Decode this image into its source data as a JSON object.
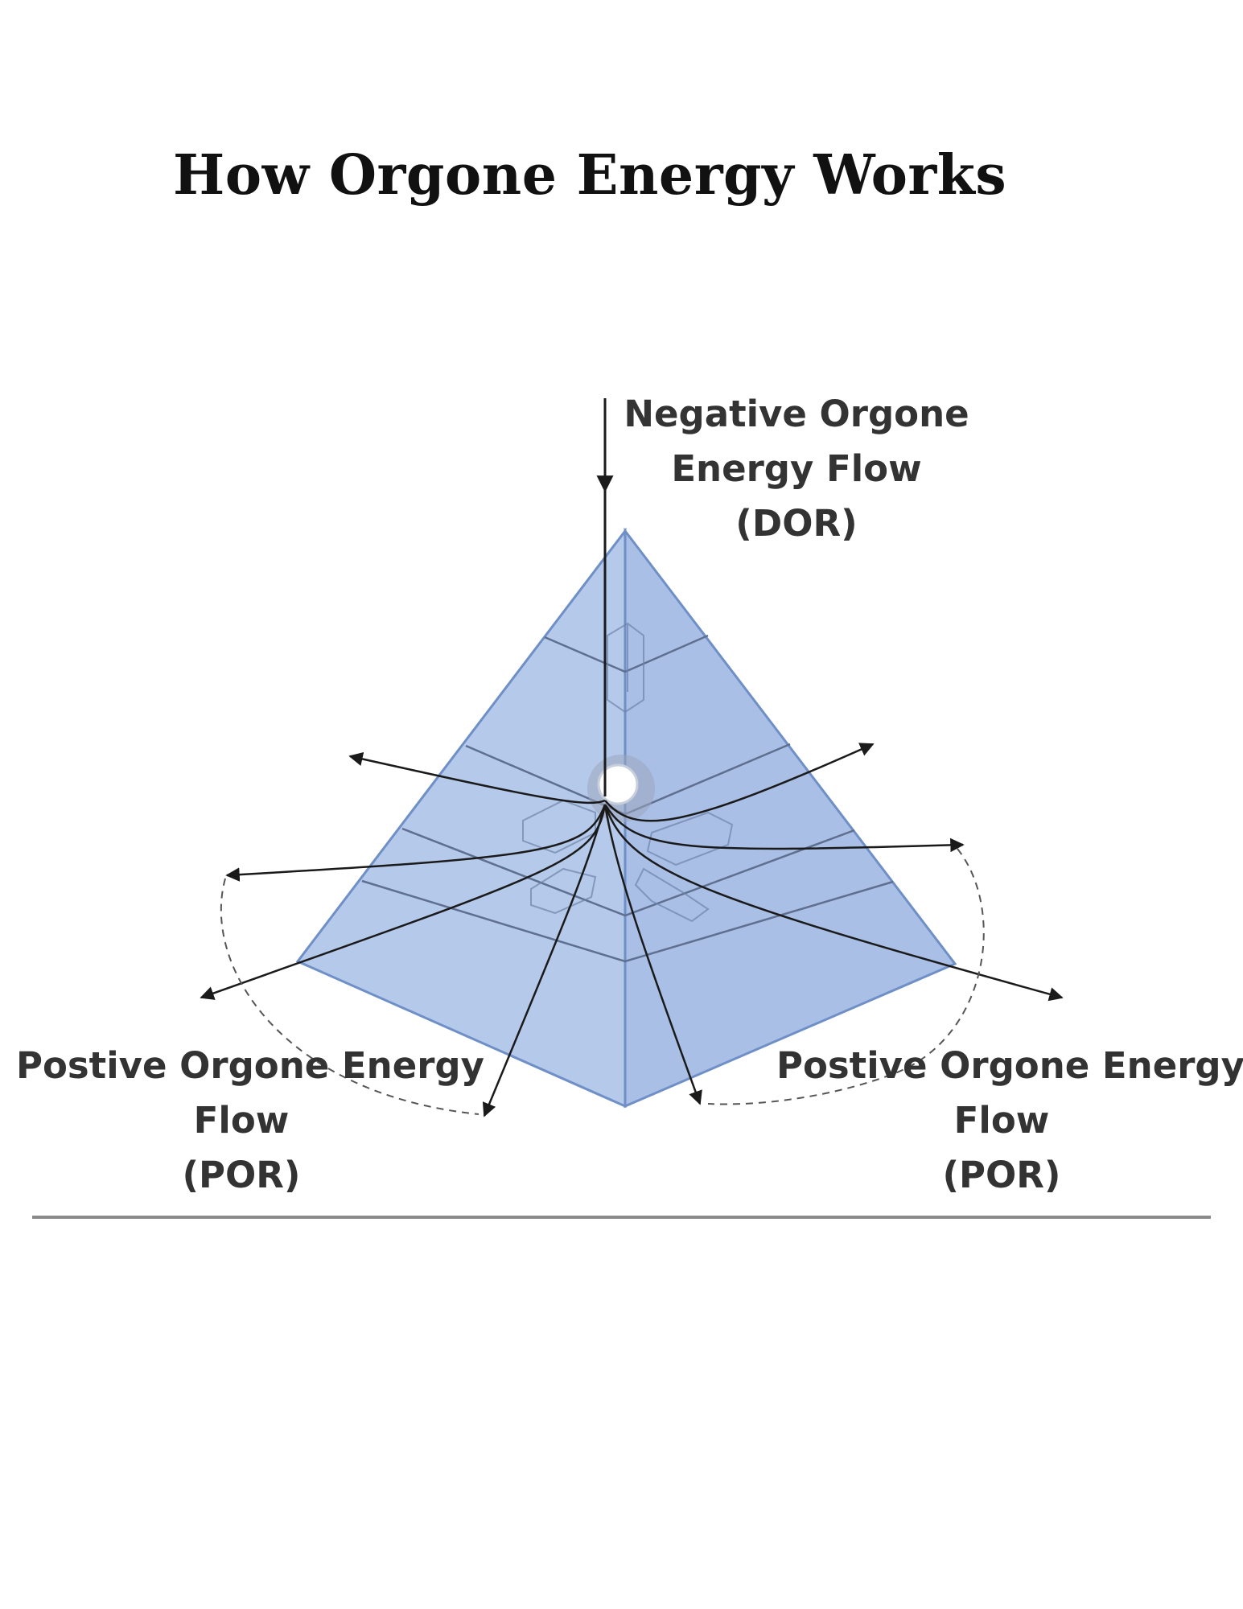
{
  "page": {
    "title": "How Orgone Energy Works"
  },
  "diagram": {
    "labels": {
      "negative_flow": {
        "lines": [
          "Negative Orgone",
          "Energy Flow",
          "(DOR)"
        ]
      },
      "positive_flow_left": {
        "lines": [
          "Postive Orgone Energy",
          "Flow",
          "(POR)"
        ]
      },
      "positive_flow_right": {
        "lines": [
          "Postive Orgone Energy",
          "Flow",
          "(POR)"
        ]
      }
    },
    "colors": {
      "pyramid_left_face": "#b5c9ea",
      "pyramid_right_face": "#a9bfe6",
      "pyramid_edge": "#6f8fc7",
      "arrow": "#1a1a1a",
      "dashed_arc": "#555555",
      "divider": "#8a8a8a"
    },
    "icons": [
      "pyramid-icon",
      "crystal-icon",
      "sphere-icon"
    ]
  }
}
